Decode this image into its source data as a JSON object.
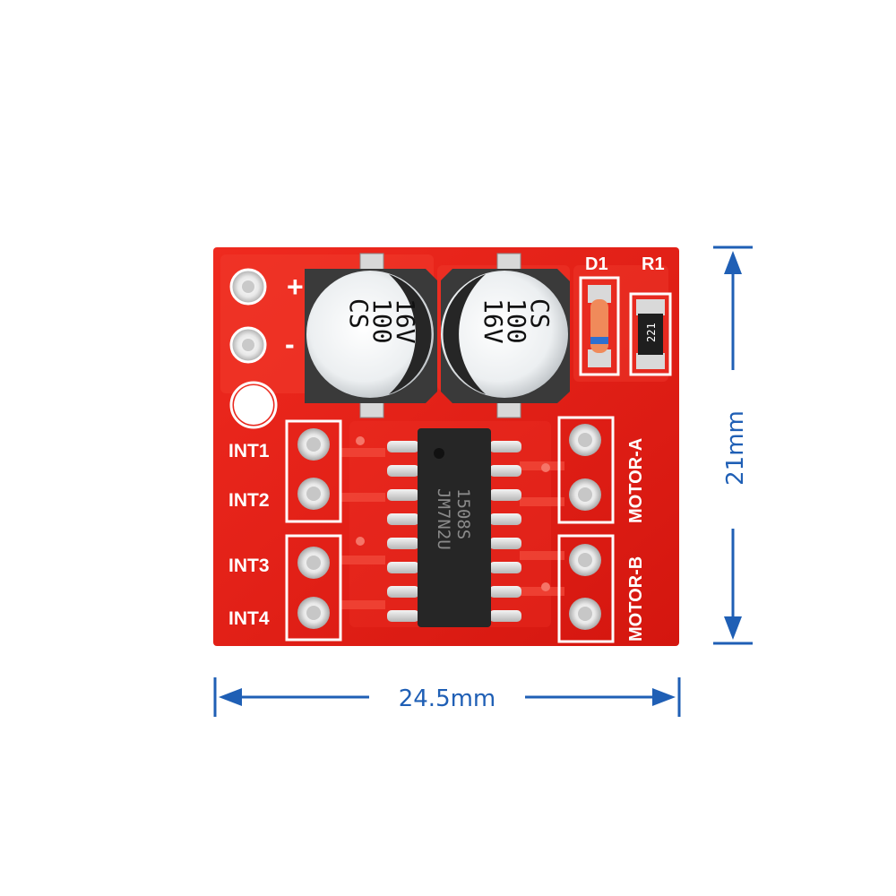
{
  "board": {
    "power_plus": "+",
    "power_minus": "-",
    "inputs": [
      "INT1",
      "INT2",
      "INT3",
      "INT4"
    ],
    "motor_a": "MOTOR-A",
    "motor_b": "MOTOR-B",
    "d1": "D1",
    "r1": "R1",
    "resistor_code": "221",
    "capacitor_left": {
      "line1": "CS",
      "line2": "100",
      "line3": "16V"
    },
    "capacitor_right": {
      "line1": "CS",
      "line2": "100",
      "line3": "16V"
    },
    "ic_line1": "1508S",
    "ic_line2": "JM7N2U"
  },
  "dimensions": {
    "width": "24.5mm",
    "height": "21mm"
  },
  "colors": {
    "pcb": "#e11b12",
    "dimension": "#1f5fb5"
  }
}
